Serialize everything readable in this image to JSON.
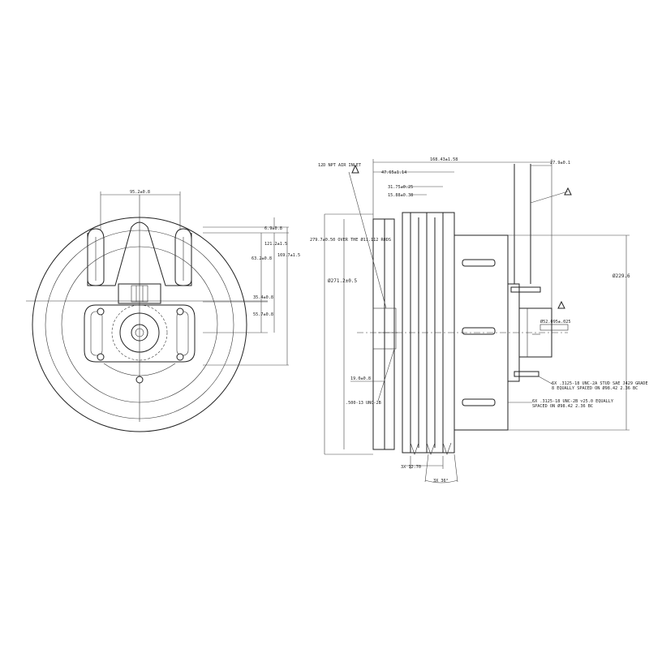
{
  "front_view": {
    "width_dim": "95.2±0.8",
    "dim_top": "6.9±0.8",
    "dim_121": "121.2±1.5",
    "dim_169": "169.7±1.5",
    "dim_63": "63.2±0.8",
    "dim_35": "35.4±0.8",
    "dim_55": "55.7±0.8"
  },
  "side_view": {
    "note_air_inlet": "12D NPT AIR INLET",
    "dim_overall": "168.43±1.58",
    "dim_47": "47.65±1.14",
    "dim_31": "31.75±0.25",
    "dim_15": "15.88±0.38",
    "dim_27": "27.9±0.1",
    "dia_bore": "279.7±0.50 OVER THE Ø11.112 RODS",
    "dia_271": "Ø271.2±0.5",
    "dia_229": "Ø229.6",
    "dim_19": "19.0±0.8",
    "thread_500": ".500-13 UNC-2B",
    "dia_hub": "Ø52.095±.025",
    "note_stud": "6X .3125-18 UNC-2A STUD SAE J429 GRADE 8 EQUALLY SPACED ON Ø98.42 2.36 BC",
    "note_tap": "6X .3125-18 UNC-2B ▽25.0 EQUALLY SPACED ON Ø98.42 2.36 BC",
    "dim_groove": "3X 12.70",
    "dim_angle": "3X 36°"
  }
}
